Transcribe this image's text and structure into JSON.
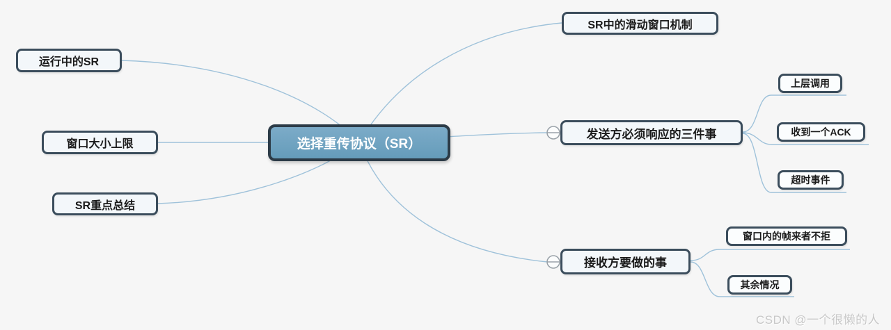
{
  "mindmap": {
    "root": {
      "label": "选择重传协议（SR）"
    },
    "left": [
      {
        "label": "运行中的SR"
      },
      {
        "label": "窗口大小上限"
      },
      {
        "label": "SR重点总结"
      }
    ],
    "right": [
      {
        "label": "SR中的滑动窗口机制"
      },
      {
        "label": "发送方必须响应的三件事",
        "children": [
          {
            "label": "上层调用"
          },
          {
            "label": "收到一个ACK"
          },
          {
            "label": "超时事件"
          }
        ]
      },
      {
        "label": "接收方要做的事",
        "children": [
          {
            "label": "窗口内的帧来者不拒"
          },
          {
            "label": "其余情况"
          }
        ]
      }
    ]
  },
  "watermark": "CSDN @一个很懒的人",
  "colors": {
    "background": "#f6f6f6",
    "root_fill": "#6fa3c2",
    "root_border": "#2c3b47",
    "node_fill": "#f3f7fa",
    "node_border": "#3b4d5c",
    "node_text": "#1b1b1b",
    "root_text": "#ffffff",
    "connector": "#9fc2da",
    "collapse_circle": "#9aa2a9",
    "watermark_text": "#c8c8c8"
  }
}
